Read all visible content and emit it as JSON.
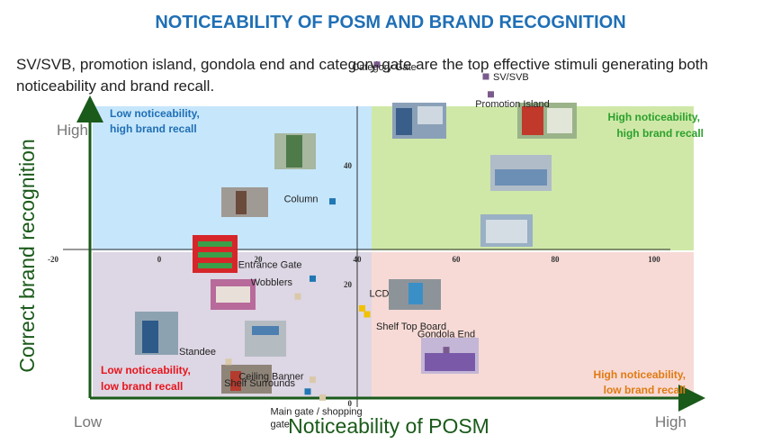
{
  "title": "NOTICEABILITY OF POSM AND BRAND RECOGNITION",
  "subtitle": "SV/SVB, promotion island, gondola end and category gate are the top effective stimuli generating both noticeability and brand recall.",
  "chart_data": {
    "type": "scatter",
    "xlabel": "Noticeability of POSM",
    "ylabel": "Correct brand recognition",
    "x_low": "Low",
    "x_high": "High",
    "y_high": "High",
    "x_ticks": [
      "-20",
      "0",
      "20",
      "40",
      "60",
      "80",
      "100"
    ],
    "y_ticks": [
      "0",
      "20",
      "40"
    ],
    "xlim": [
      -20,
      100
    ],
    "grid": false,
    "quadrants": [
      {
        "label": "Low noticeability,\nhigh brand recall",
        "color": "#1f6fb5"
      },
      {
        "label": "High noticeability,\nhigh brand recall",
        "color": "#2ca02c"
      },
      {
        "label": "Low noticeability,\nlow brand recall",
        "color": "#e8141c"
      },
      {
        "label": "High noticeability,\nlow brand recall",
        "color": "#e07b12"
      }
    ],
    "points": [
      {
        "name": "SV/SVB",
        "x": 66,
        "y": 55,
        "group": "high-high"
      },
      {
        "name": "Category Gate",
        "x": 44,
        "y": 57,
        "group": "high-high"
      },
      {
        "name": "Promotion Island",
        "x": 67,
        "y": 52,
        "group": "high-high"
      },
      {
        "name": "Gondola End",
        "x": 58,
        "y": 9,
        "group": "high-high"
      },
      {
        "name": "Column",
        "x": 35,
        "y": 34,
        "group": "low-high"
      },
      {
        "name": "Entrance Gate",
        "x": 31,
        "y": 21,
        "group": "low-high"
      },
      {
        "name": "Shelf Surrounds",
        "x": 30,
        "y": 2,
        "group": "low-high"
      },
      {
        "name": "LCD",
        "x": 41,
        "y": 16,
        "group": "high-low"
      },
      {
        "name": "Shelf Top Board",
        "x": 42,
        "y": 15,
        "group": "high-low"
      },
      {
        "name": "Wobblers",
        "x": 28,
        "y": 18,
        "group": "low-low"
      },
      {
        "name": "Standee",
        "x": 14,
        "y": 7,
        "group": "low-low"
      },
      {
        "name": "Ceiling Banner",
        "x": 31,
        "y": 4,
        "group": "low-low"
      },
      {
        "name": "Main gate / shopping gate",
        "x": 33,
        "y": 1,
        "group": "low-low"
      }
    ]
  },
  "colors": {
    "title": "#1f6fb5",
    "axis": "#1a5a1a",
    "high_high_marker": "#7a5a8c",
    "low_high_marker": "#1f77b4",
    "high_low_marker": "#f2c100",
    "low_low_marker": "#d9c9a8"
  }
}
